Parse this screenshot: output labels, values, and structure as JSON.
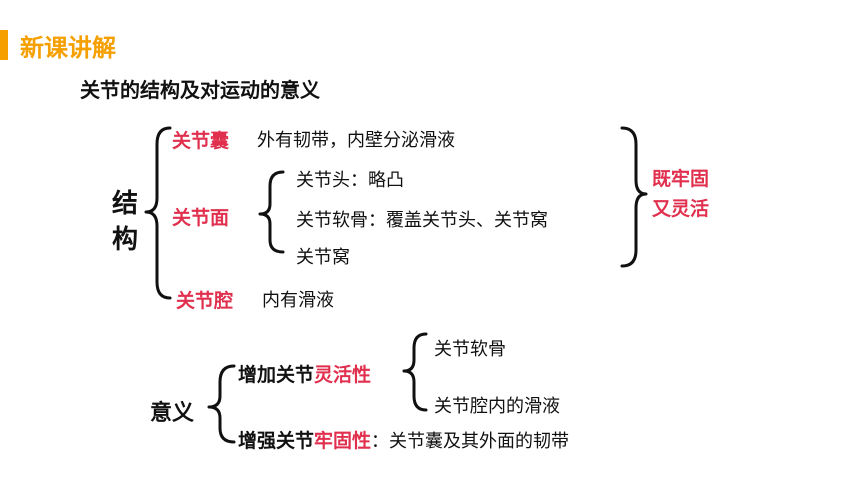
{
  "header": {
    "title": "新课讲解",
    "accent_color": "#f5a000",
    "title_color": "#f5a000"
  },
  "subtitle": "关节的结构及对运动的意义",
  "structure": {
    "label": "结构",
    "capsule": {
      "term": "关节囊",
      "desc": "外有韧带，内壁分泌滑液"
    },
    "surface": {
      "term": "关节面",
      "items": [
        "关节头：略凸",
        "关节软骨：覆盖关节头、关节窝",
        "关节窝"
      ]
    },
    "cavity": {
      "term": "关节腔",
      "desc": "内有滑液"
    },
    "conclusion": [
      "既牢固",
      "又灵活"
    ]
  },
  "significance": {
    "label": "意义",
    "flexibility": {
      "prefix": "增加关节",
      "highlight": "灵活性",
      "reasons": [
        "关节软骨",
        "关节腔内的滑液"
      ]
    },
    "firmness": {
      "prefix": "增强关节",
      "highlight": "牢固性",
      "suffix": "：关节囊及其外面的韧带"
    }
  },
  "colors": {
    "highlight": "#e0304e",
    "text": "#111111"
  }
}
